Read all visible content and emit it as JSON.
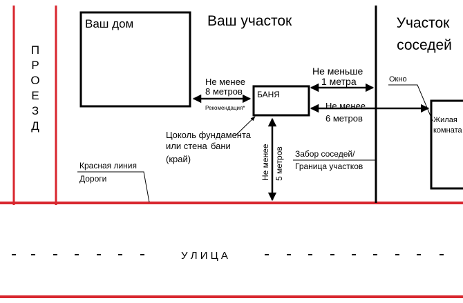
{
  "labels": {
    "your_house": "Ваш дом",
    "your_plot": "Ваш участок",
    "neighbors_plot_line1": "Участок",
    "neighbors_plot_line2": "соседей",
    "passage_letters": [
      "П",
      "Р",
      "О",
      "Е",
      "З",
      "Д"
    ],
    "bathhouse": "БАНЯ",
    "min_8m_line1": "Не менее",
    "min_8m_line2": "8 метров",
    "recommendation": "Рекомендация*",
    "min_1m_line1": "Не меньше",
    "min_1m_line2": "1 метра",
    "min_6m_line1": "Не менее",
    "min_6m_line2": "6 метров",
    "window": "Окно",
    "living_room_line1": "Жилая",
    "living_room_line2": "комната",
    "foundation_line1": "Цоколь фундамента",
    "foundation_line2": "или стена",
    "foundation_line3": "бани",
    "foundation_line4": "(край)",
    "min_5m_line1": "Не менее",
    "min_5m_line2": "5 метров",
    "fence_line1": "Забор соседей/",
    "fence_line2": "Граница участков",
    "red_line_line1": "Красная линия",
    "red_line_line2": "Дороги",
    "street": "У Л И Ц А"
  },
  "colors": {
    "red_line": "#d8262e",
    "ink": "#000000",
    "background": "#ffffff"
  }
}
